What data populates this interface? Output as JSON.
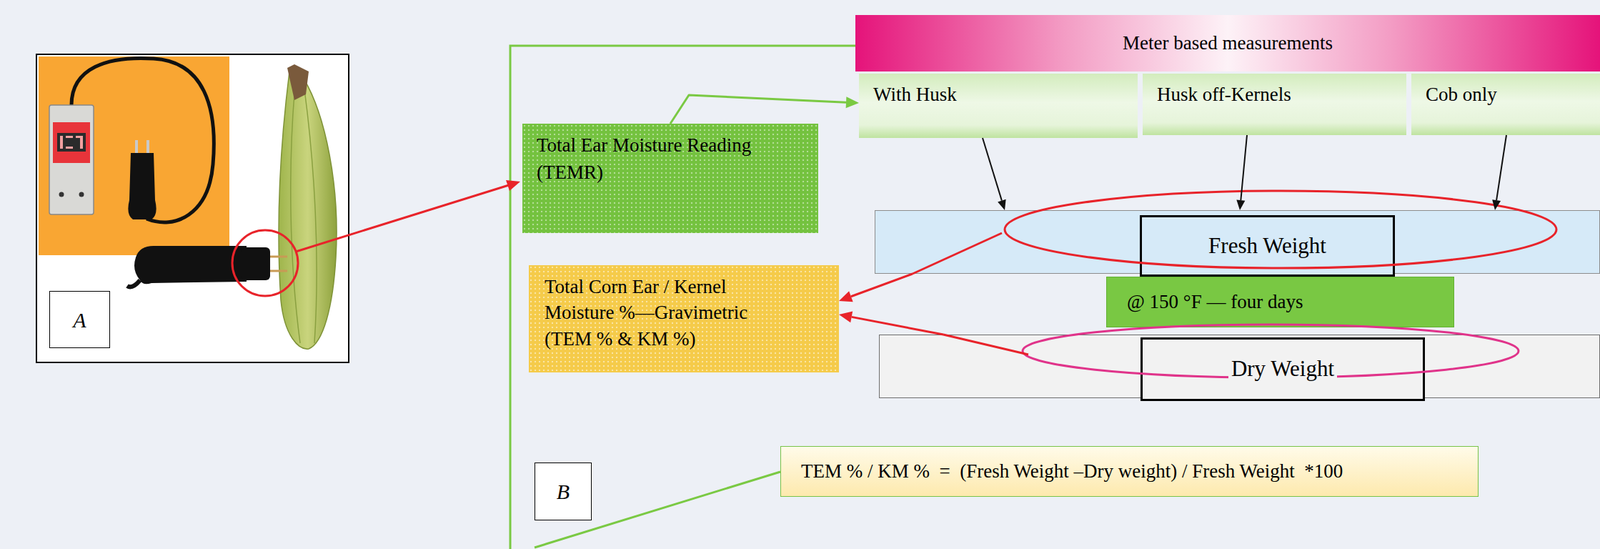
{
  "diagram": {
    "nodes": [
      {
        "text": [
          "A"
        ]
      },
      {
        "text": [
          "Meter based measurements"
        ]
      },
      {
        "text": [
          "With Husk"
        ]
      },
      {
        "text": [
          "Husk off-Kernels"
        ]
      },
      {
        "text": [
          "Cob only"
        ]
      },
      {
        "text": [
          "Total Ear Moisture Reading (TEMR)"
        ]
      },
      {
        "text": [
          "Fresh Weight"
        ]
      },
      {
        "text": [
          "Total Corn Ear / Kernel Moisture %—Gravimetric (TEM % & KM %)"
        ]
      },
      {
        "text": [
          "@ 150 °F — four days"
        ]
      },
      {
        "text": [
          "Dry Weight"
        ]
      },
      {
        "text": [
          "B"
        ]
      },
      {
        "text": [
          "TEM % / KM %  =  (Fresh Weight –Dry weight) / Fresh Weight  *100"
        ]
      }
    ],
    "edges": [
      {
        "from": 5,
        "to": 2,
        "arrow": "to"
      },
      {
        "from": 2,
        "to": 6,
        "arrow": "to"
      },
      {
        "from": 3,
        "to": 6,
        "arrow": "to"
      },
      {
        "from": 4,
        "to": 6,
        "arrow": "to"
      },
      {
        "from": 6,
        "to": 7,
        "arrow": "to"
      },
      {
        "from": 9,
        "to": 7,
        "arrow": "to"
      }
    ]
  }
}
